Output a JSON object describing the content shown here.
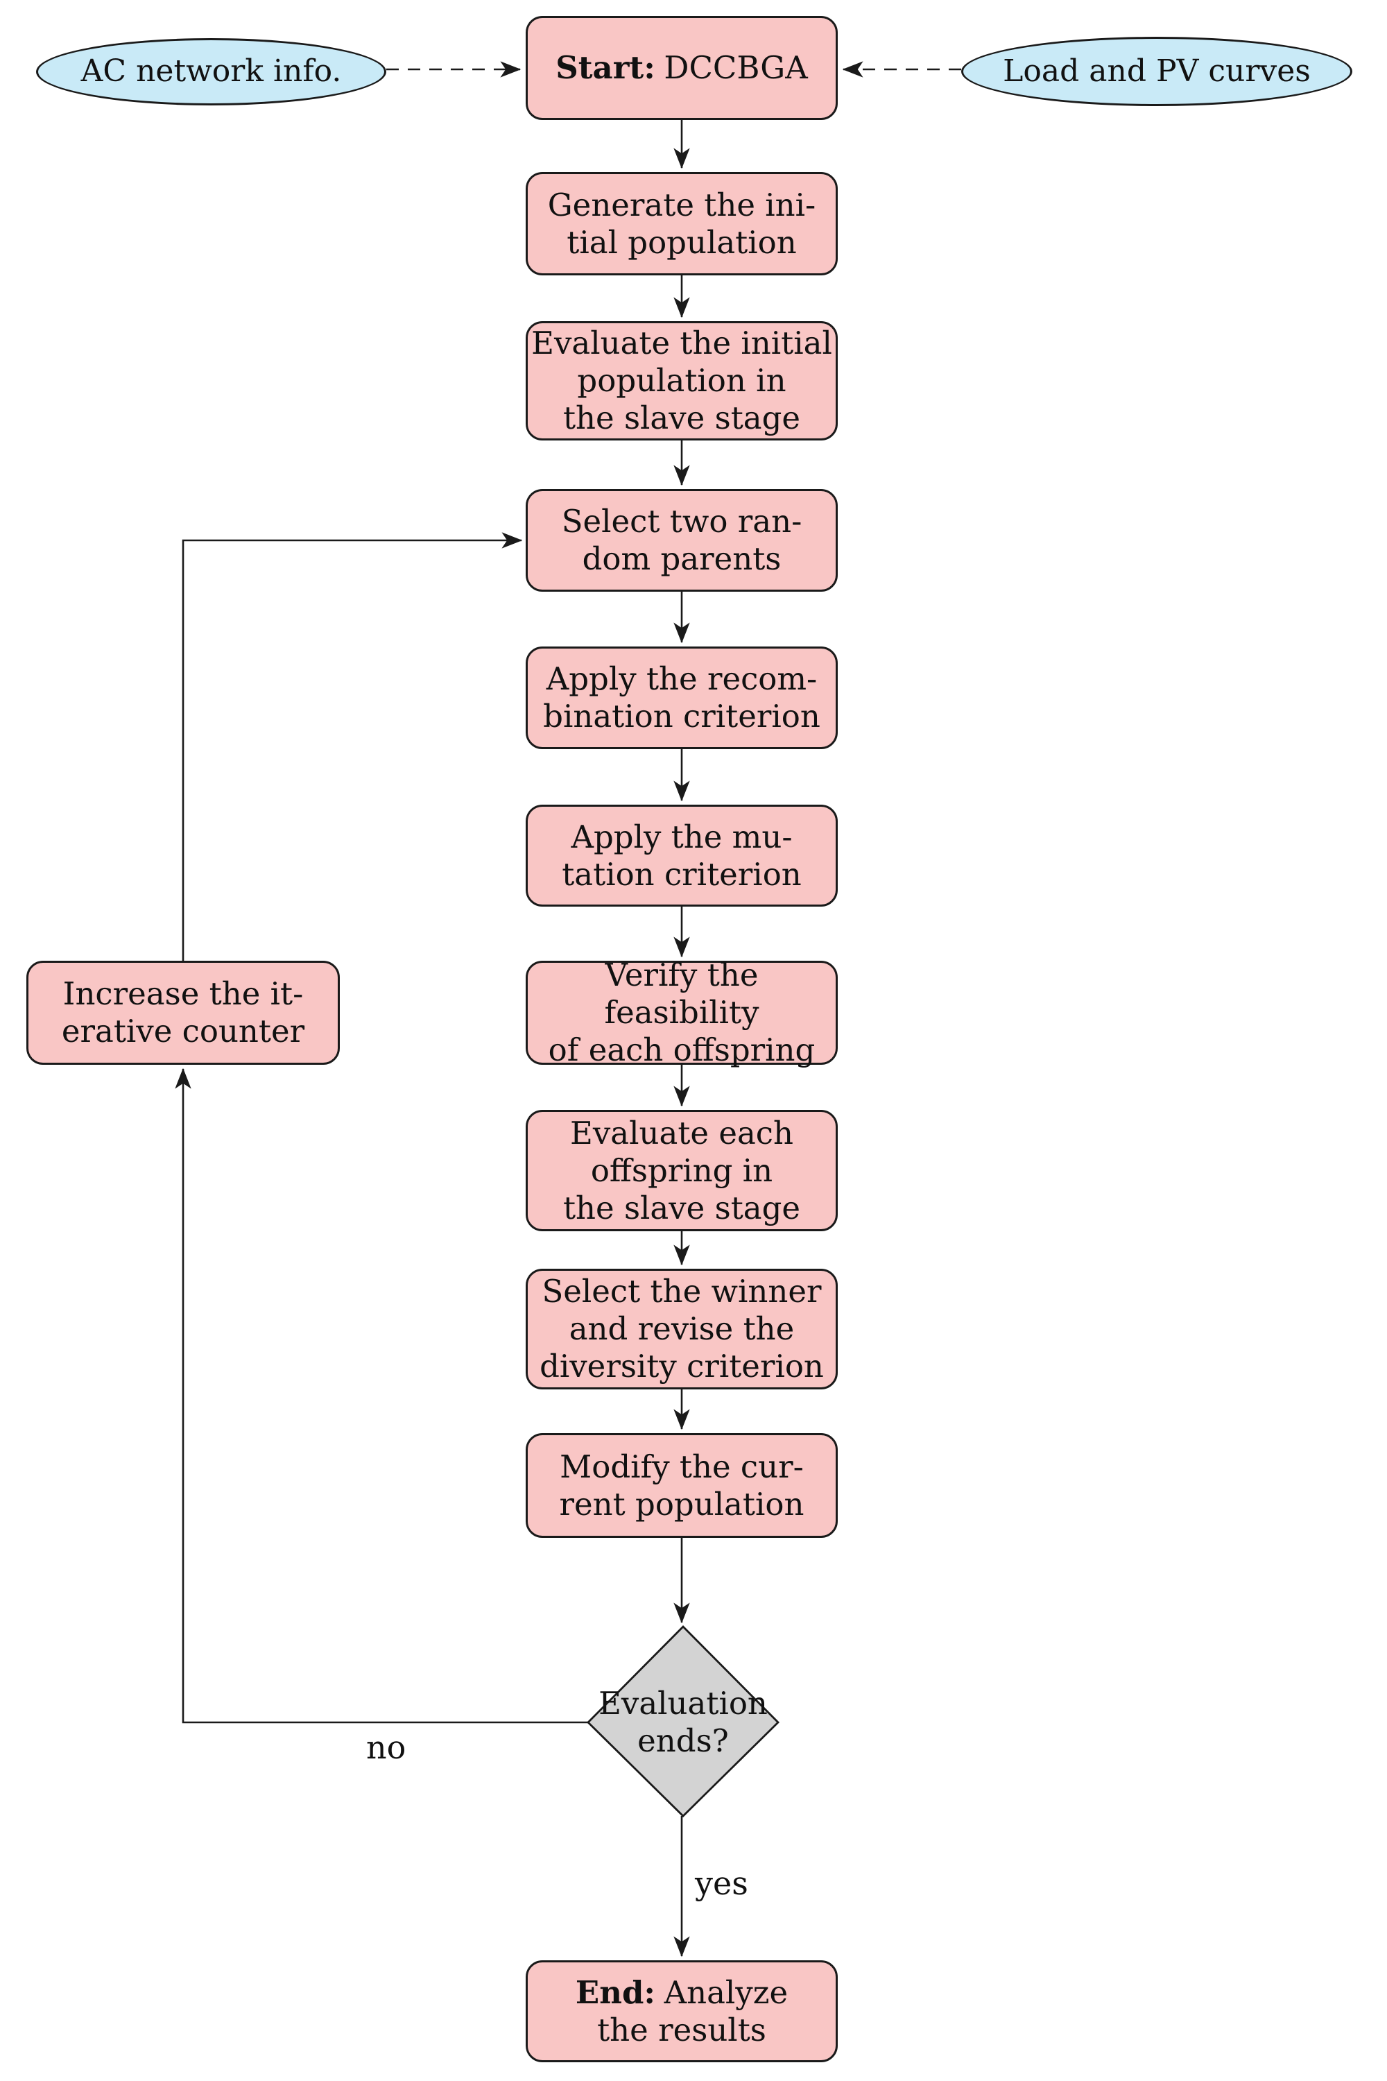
{
  "diagram": {
    "colors": {
      "process_fill": "#f9c6c5",
      "io_fill": "#c9eaf7",
      "decision_fill": "#d3d3d3",
      "stroke": "#1a1a1a"
    },
    "nodes": {
      "ac_network": {
        "label": "AC network info."
      },
      "load_pv": {
        "label": "Load and PV curves"
      },
      "start": {
        "bold": "Start:",
        "rest": "DCCBGA"
      },
      "generate": {
        "line1": "Generate the ini-",
        "line2": "tial population"
      },
      "evaluate_initial": {
        "line1": "Evaluate the initial",
        "line2": "population in",
        "line3": "the slave stage"
      },
      "select_parents": {
        "line1": "Select two ran-",
        "line2": "dom parents"
      },
      "recombination": {
        "line1": "Apply the recom-",
        "line2": "bination criterion"
      },
      "mutation": {
        "line1": "Apply the mu-",
        "line2": "tation criterion"
      },
      "feasibility": {
        "line1": "Verify the feasibility",
        "line2": "of each offspring"
      },
      "evaluate_offspring": {
        "line1": "Evaluate each",
        "line2": "offspring in",
        "line3": "the slave stage"
      },
      "select_winner": {
        "line1": "Select the winner",
        "line2": "and revise the",
        "line3": "diversity criterion"
      },
      "modify_population": {
        "line1": "Modify the cur-",
        "line2": "rent population"
      },
      "increase_counter": {
        "line1": "Increase the it-",
        "line2": "erative counter"
      },
      "decision": {
        "line1": "Evaluation",
        "line2": "ends?"
      },
      "end": {
        "bold": "End:",
        "rest": "Analyze",
        "line2": "the results"
      }
    },
    "edge_labels": {
      "no": "no",
      "yes": "yes"
    }
  }
}
